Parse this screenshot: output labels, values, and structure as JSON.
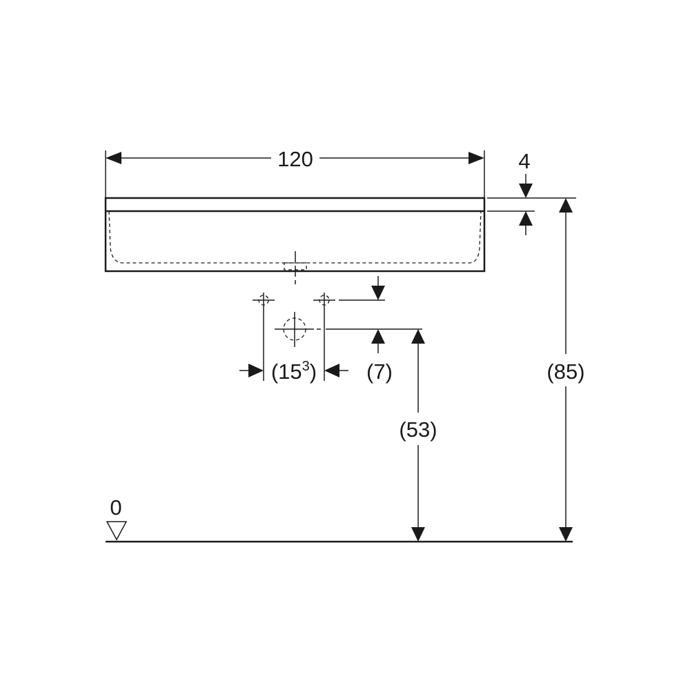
{
  "drawing": {
    "width_label": "120",
    "rim_label": "4",
    "tap_spacing_label": "(15",
    "tap_spacing_sup": "3",
    "tap_spacing_close": ")",
    "tap_offset_label": "(7)",
    "outlet_height_label": "(53)",
    "total_height_label": "(85)",
    "floor_label": "0"
  },
  "colors": {
    "line": "#1a1a1a",
    "background": "#ffffff"
  }
}
